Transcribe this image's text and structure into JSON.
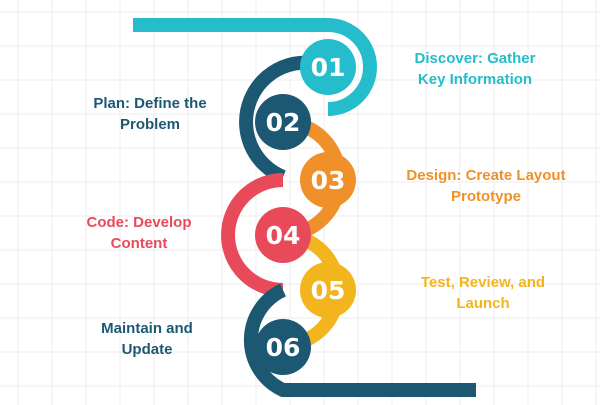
{
  "steps": [
    {
      "number": "01",
      "line1": "Discover: Gather",
      "line2": "Key Information",
      "color": "#25bccb"
    },
    {
      "number": "02",
      "line1": "Plan: Define the",
      "line2": "Problem",
      "color": "#1d5873"
    },
    {
      "number": "03",
      "line1": "Design: Create Layout",
      "line2": "Prototype",
      "color": "#f0902a"
    },
    {
      "number": "04",
      "line1": "Code: Develop",
      "line2": "Content",
      "color": "#e84a5a"
    },
    {
      "number": "05",
      "line1": "Test, Review, and",
      "line2": "Launch",
      "color": "#f2b51d"
    },
    {
      "number": "06",
      "line1": "Maintain and",
      "line2": "Update",
      "color": "#1d5873"
    }
  ],
  "colors": {
    "inner_circle": "#ffffff",
    "grid_line": "#eeeeee"
  }
}
